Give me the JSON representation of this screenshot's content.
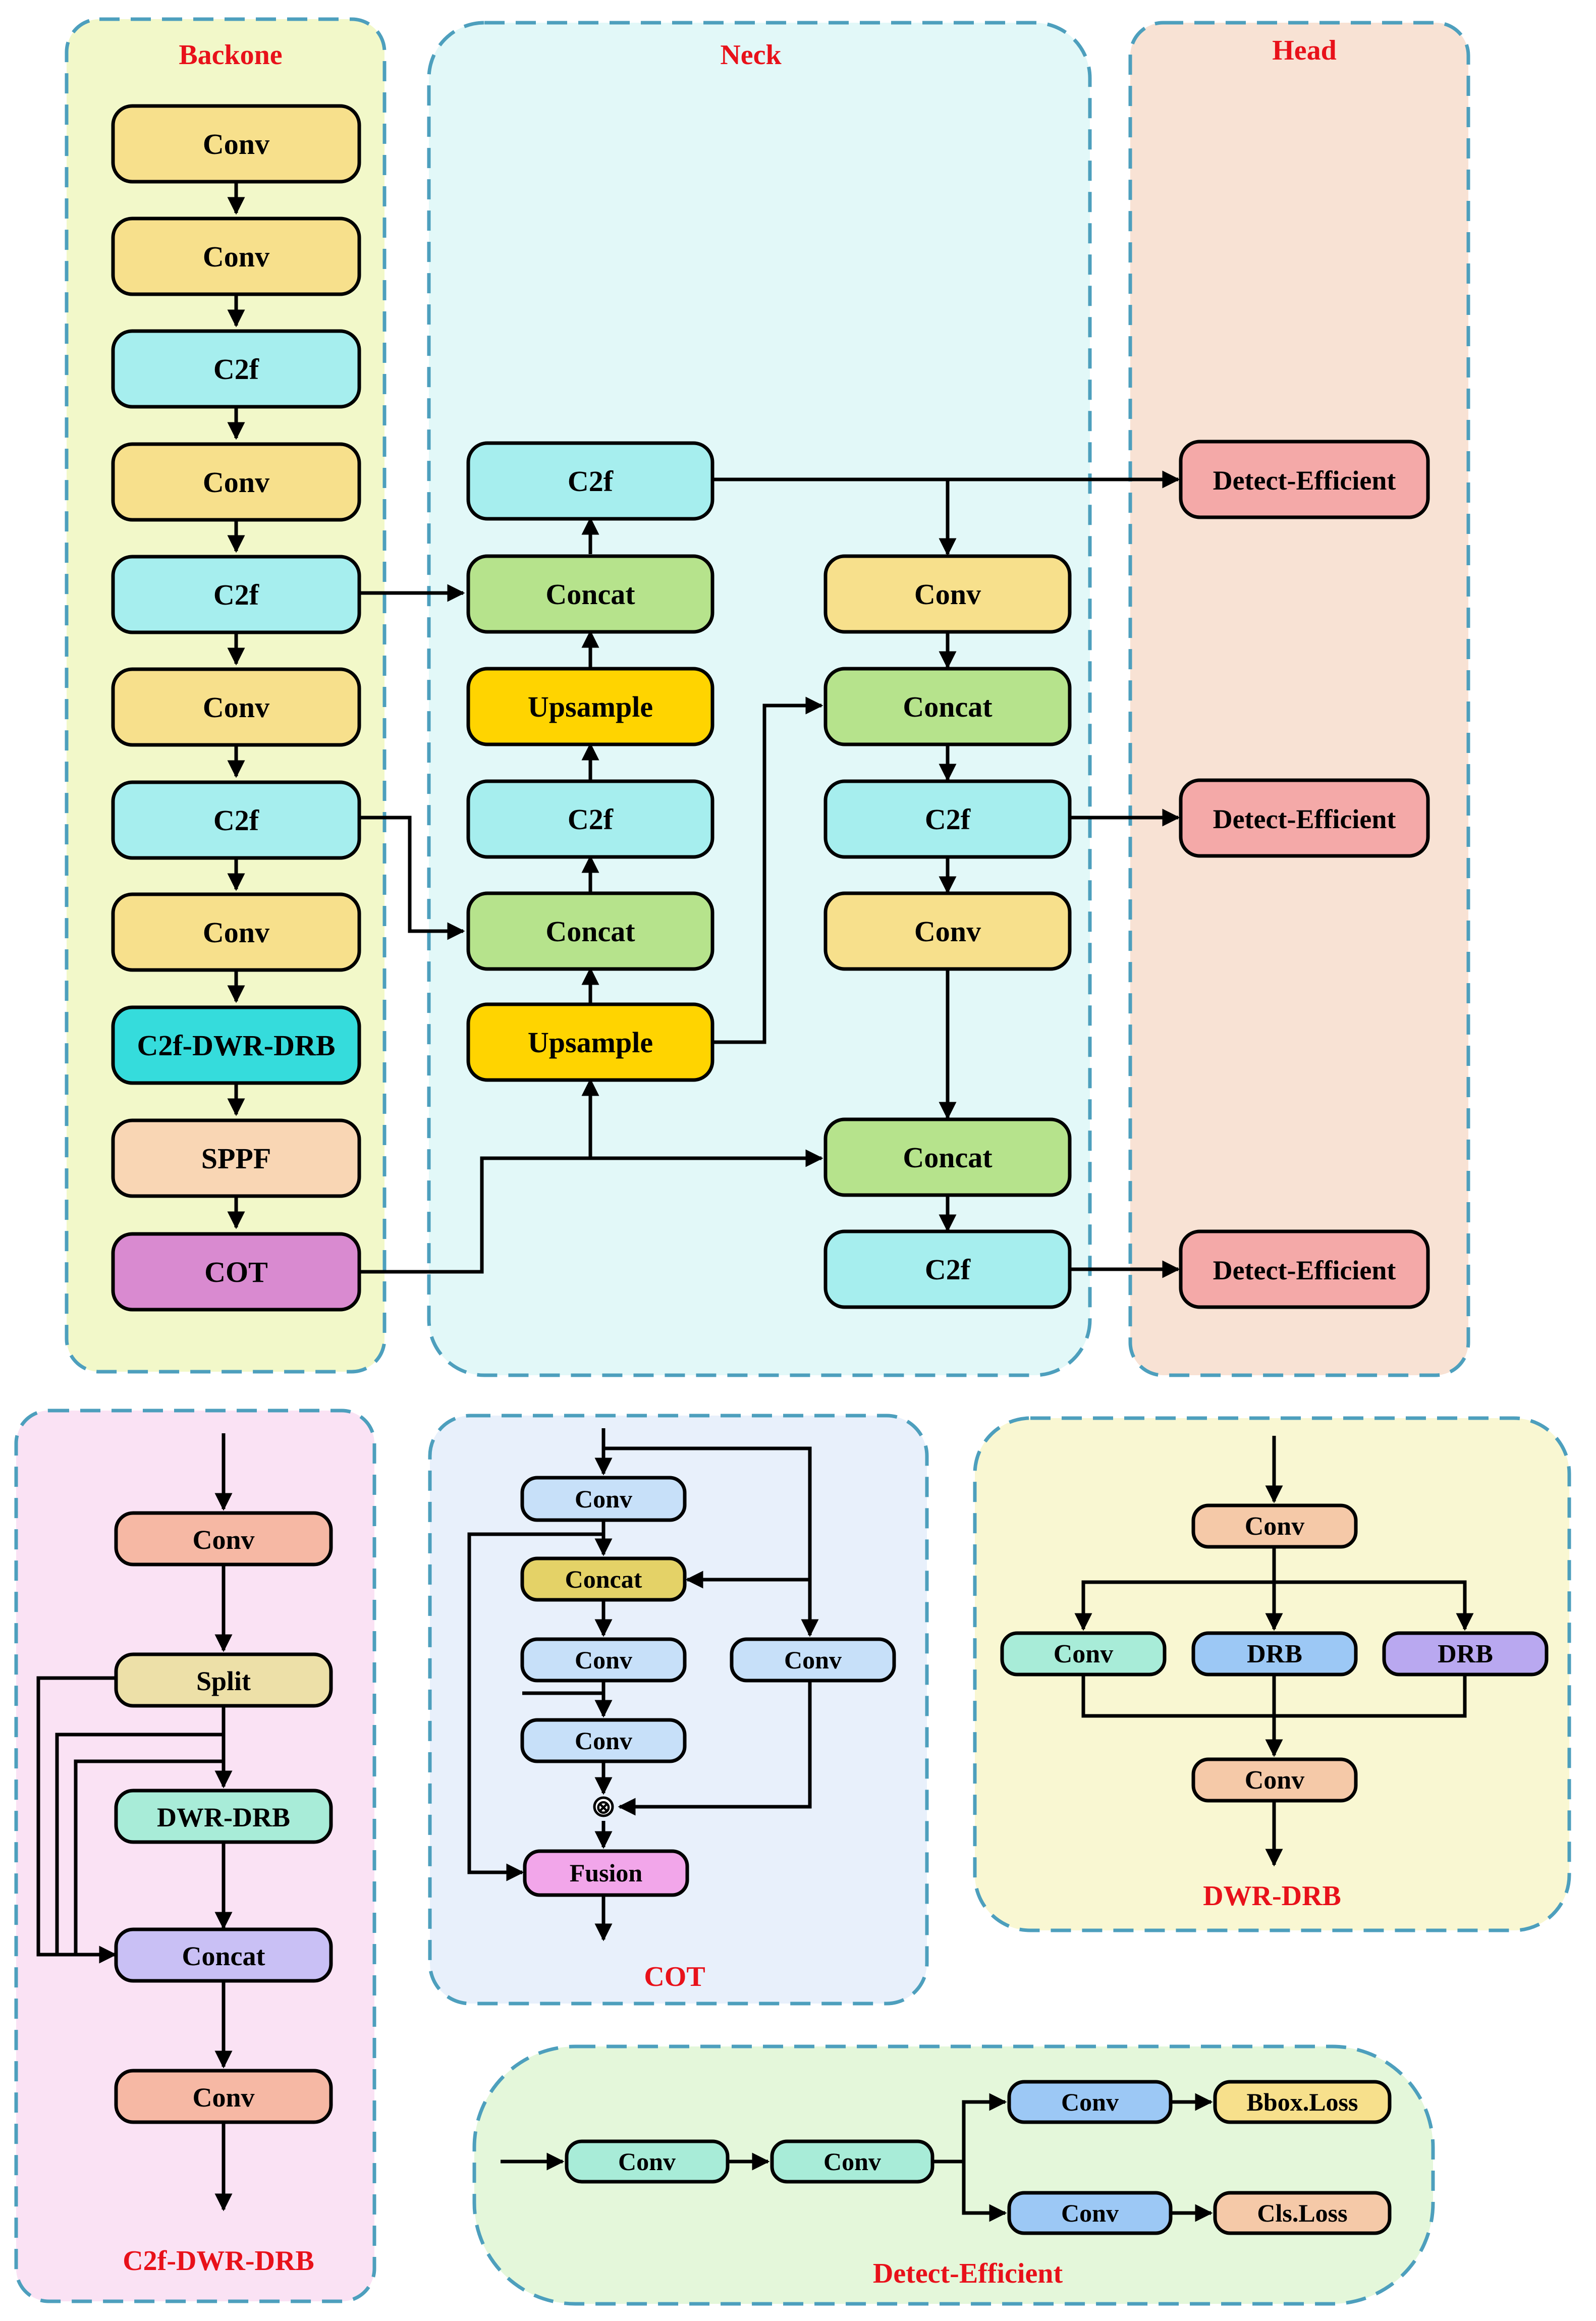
{
  "colors": {
    "conv": "#f7e08c",
    "c2f": "#a6eeee",
    "c2f_dwr": "#35dcdc",
    "sppf": "#f9d6b4",
    "cot": "#d98ad0",
    "concat": "#b6e38c",
    "upsample": "#ffd400",
    "detect": "#f4a9a8",
    "title_red": "#e8111a",
    "panel_border": "#4d9fbd"
  },
  "panels": {
    "backbone": "Backone",
    "neck": "Neck",
    "head": "Head",
    "c2f_dwr_drb": "C2f-DWR-DRB",
    "cot": "COT",
    "dwr_drb": "DWR-DRB",
    "detect_efficient": "Detect-Efficient"
  },
  "backbone": [
    "Conv",
    "Conv",
    "C2f",
    "Conv",
    "C2f",
    "Conv",
    "C2f",
    "Conv",
    "C2f-DWR-DRB",
    "SPPF",
    "COT"
  ],
  "neck_left": [
    "C2f",
    "Concat",
    "Upsample",
    "C2f",
    "Concat",
    "Upsample"
  ],
  "neck_right": [
    "Conv",
    "Concat",
    "C2f",
    "Conv",
    "Concat",
    "C2f"
  ],
  "head": [
    "Detect-Efficient",
    "Detect-Efficient",
    "Detect-Efficient"
  ],
  "c2f_block": [
    "Conv",
    "Split",
    "DWR-DRB",
    "Concat",
    "Conv"
  ],
  "cot_block": {
    "conv1": "Conv",
    "concat": "Concat",
    "conv2": "Conv",
    "conv3": "Conv",
    "conv_side": "Conv",
    "fusion": "Fusion",
    "mult_symbol": "⊗"
  },
  "dwr_block": {
    "conv_top": "Conv",
    "branches": [
      "Conv",
      "DRB",
      "DRB"
    ],
    "conv_bottom": "Conv"
  },
  "detect_block": {
    "conv1": "Conv",
    "conv2": "Conv",
    "conv_top": "Conv",
    "conv_bottom": "Conv",
    "bbox_loss": "Bbox.Loss",
    "cls_loss": "Cls.Loss"
  }
}
